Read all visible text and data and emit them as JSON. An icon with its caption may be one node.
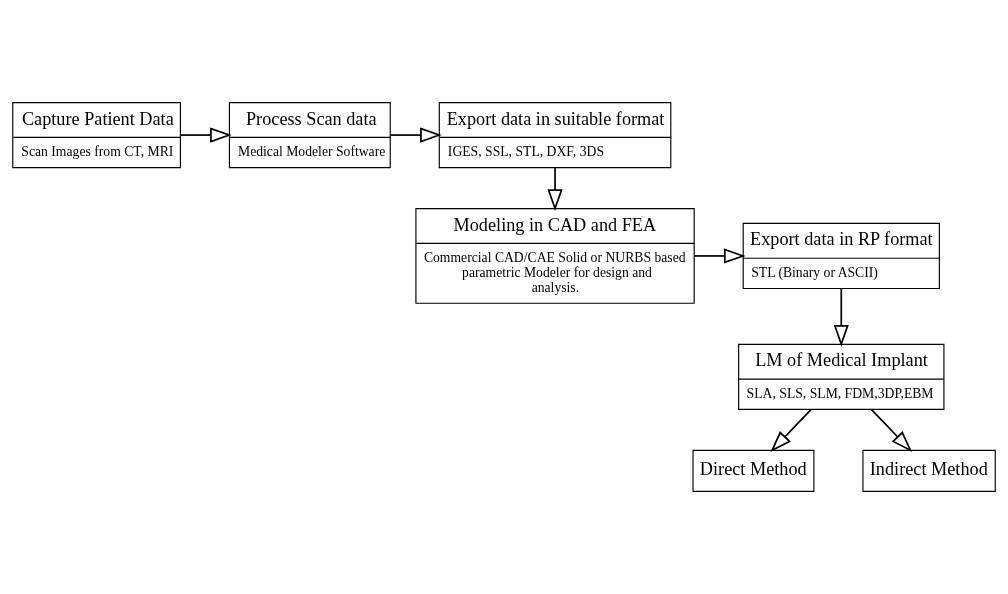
{
  "diagram": {
    "nodes": [
      {
        "text": [
          "Capture Patient Data",
          "Scan Images from CT, MRI"
        ]
      },
      {
        "text": [
          "Process Scan data",
          "Medical Modeler Software"
        ]
      },
      {
        "text": [
          "Export data in suitable format",
          "IGES, SSL, STL, DXF, 3DS"
        ]
      },
      {
        "text": [
          "Modeling in CAD and FEA",
          "Commercial CAD/CAE Solid or NURBS based parametric Modeler for design and analysis."
        ]
      },
      {
        "text": [
          "Export data in RP format",
          "STL (Binary or ASCII)"
        ]
      },
      {
        "text": [
          "LM of Medical Implant",
          "SLA, SLS, SLM, FDM,3DP,EBM"
        ]
      },
      {
        "text": [
          "Direct Method"
        ]
      },
      {
        "text": [
          "Indirect Method"
        ]
      }
    ],
    "edges": [
      {
        "from": 0,
        "to": 1,
        "arrow": "to"
      },
      {
        "from": 1,
        "to": 2,
        "arrow": "to"
      },
      {
        "from": 2,
        "to": 3,
        "arrow": "to"
      },
      {
        "from": 3,
        "to": 4,
        "arrow": "to"
      },
      {
        "from": 4,
        "to": 5,
        "arrow": "to"
      },
      {
        "from": 5,
        "to": 6,
        "arrow": "to"
      },
      {
        "from": 5,
        "to": 7,
        "arrow": "to"
      }
    ]
  }
}
